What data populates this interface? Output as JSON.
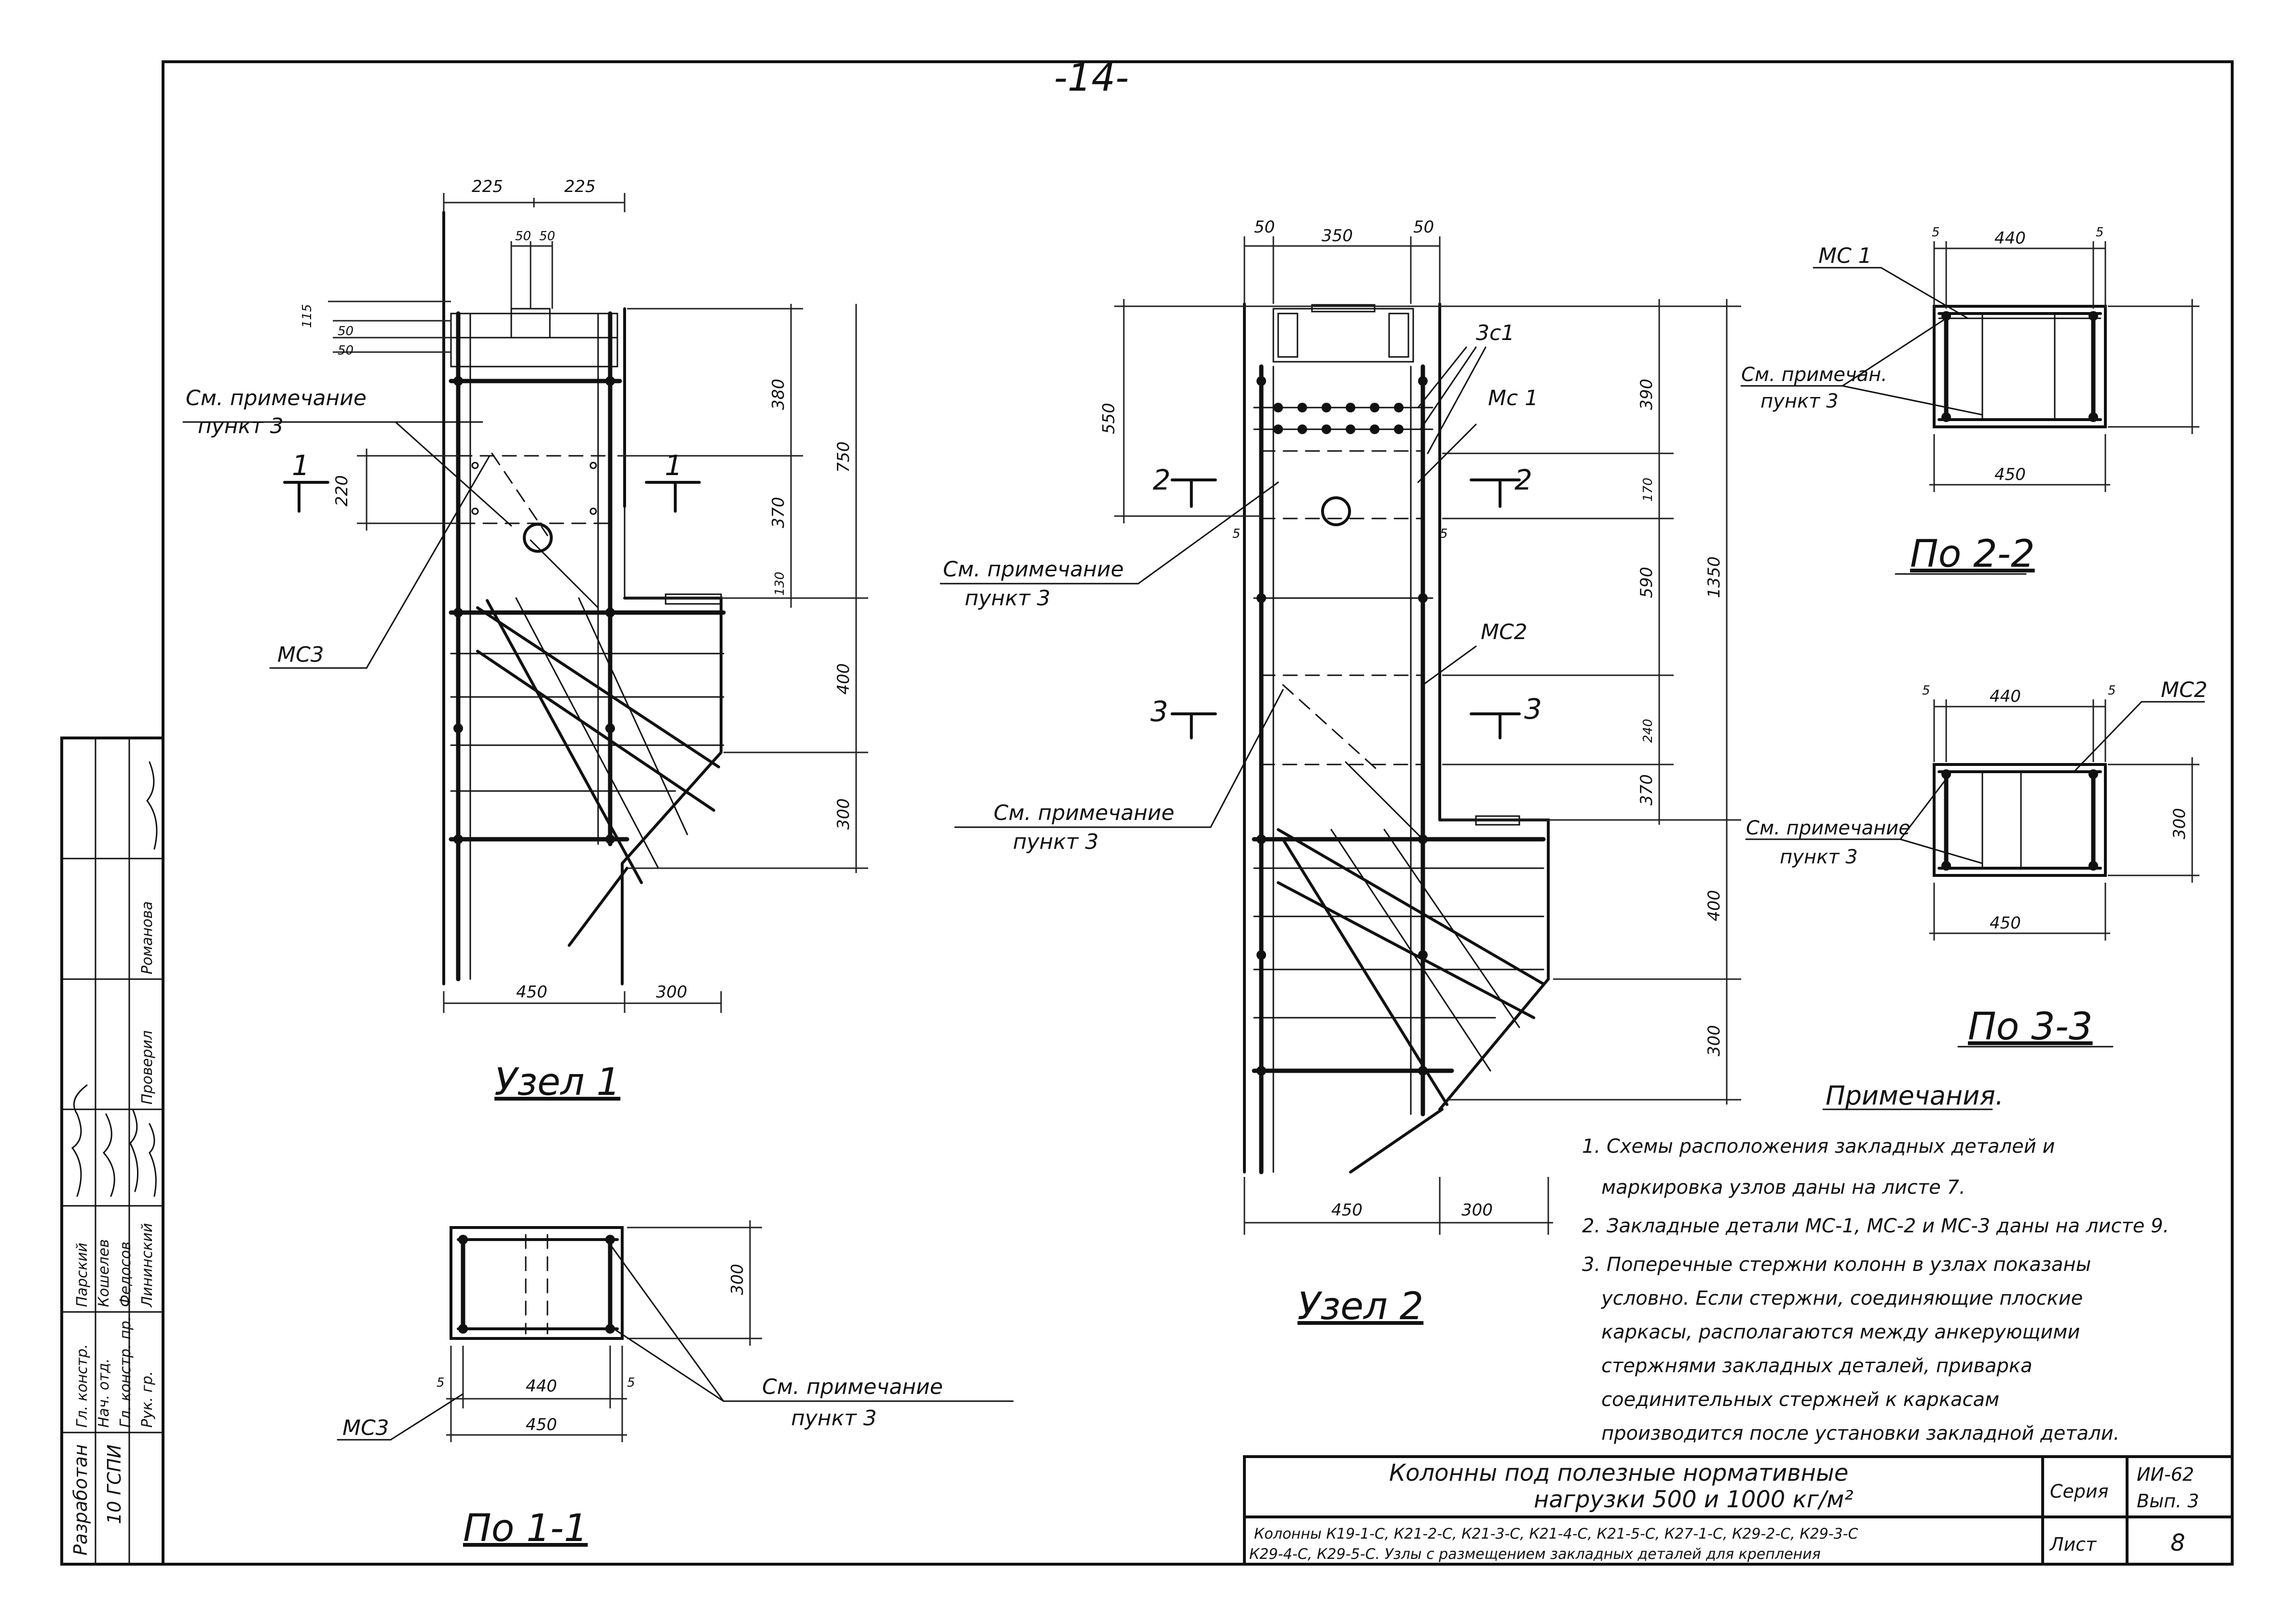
{
  "page_number": "-14-",
  "notes_ref": "См. примечание пункт 3",
  "node1": {
    "title": "Узел 1",
    "dims_top": [
      "225",
      "225"
    ],
    "dims_top_small": [
      "50",
      "50"
    ],
    "dims_left": [
      "115",
      "50",
      "50",
      "220"
    ],
    "dims_right": [
      "380",
      "750",
      "370",
      "130",
      "400",
      "300"
    ],
    "dims_bottom": [
      "450",
      "300"
    ],
    "note_line1": "См. примечание",
    "note_line2": "пункт 3",
    "mark": "МС3",
    "section_mark": "1"
  },
  "node2": {
    "title": "Узел 2",
    "dims_top": [
      "50",
      "350",
      "50"
    ],
    "dims_left": [
      "550"
    ],
    "dims_right": [
      "390",
      "170",
      "590",
      "1350",
      "240",
      "370",
      "400",
      "300"
    ],
    "dims_side": [
      "5",
      "5"
    ],
    "dims_bottom": [
      "450",
      "300"
    ],
    "mark_3c1": "3с1",
    "mark_mc1": "Мс 1",
    "mark_mc2": "МС2",
    "note1_line1": "См. примечание",
    "note1_line2": "пункт 3",
    "note2_line1": "См. примечание",
    "note2_line2": "пункт 3",
    "section_a": "2",
    "section_b": "3"
  },
  "sec11": {
    "title": "По 1-1",
    "dim_h": "300",
    "dim_440": "440",
    "dim_450": "450",
    "dim_5a": "5",
    "dim_5b": "5",
    "mark": "МС3",
    "note_line1": "См.  примечание",
    "note_line2": "пункт 3"
  },
  "sec22": {
    "title": "По 2-2",
    "mark": "МС 1",
    "dim_440": "440",
    "dim_450": "450",
    "dim_5a": "5",
    "dim_5b": "5",
    "note_line1": "См. примечан.",
    "note_line2": "пункт 3"
  },
  "sec33": {
    "title": "По 3-3",
    "mark": "МС2",
    "dim_440": "440",
    "dim_450": "450",
    "dim_300": "300",
    "dim_5a": "5",
    "dim_5b": "5",
    "note_line1": "См. примечание",
    "note_line2": "пункт 3"
  },
  "notes": {
    "heading": "Примечания.",
    "items": [
      "1. Схемы расположения закладных деталей и",
      "маркировка узлов даны на листе 7.",
      "2. Закладные детали МС-1, МС-2 и МС-3 даны на листе 9.",
      "3. Поперечные стержни колонн в узлах показаны",
      "условно. Если стержни, соединяющие плоские",
      "каркасы, располагаются между анкерующими",
      "стержнями закладных деталей, приварка",
      "соединительных стержней к каркасам",
      "производится после установки закладной детали."
    ]
  },
  "title_block": {
    "title_line1": "Колонны под полезные нормативные",
    "title_line2": "нагрузки  500 и 1000 кг/м²",
    "subtitle_line1": "Колонны К19-1-С, К21-2-С, К21-3-С, К21-4-С, К21-5-С, К27-1-С, К29-2-С, К29-3-С",
    "subtitle_line2": "К29-4-С, К29-5-С. Узлы с размещением закладных деталей для крепления",
    "series_label": "Серия",
    "series_value_1": "ИИ-62",
    "series_value_2": "Вып. 3",
    "sheet_label": "Лист",
    "sheet_value": "8"
  },
  "stamp": {
    "developer": "Разработан",
    "org": "10 ГСПИ",
    "roles": [
      "Гл. констр.",
      "Нач. отд.",
      "Гл. констр. пр.",
      "Рук. гр."
    ],
    "names": [
      "Парский",
      "Кошелев",
      "Федосов",
      "Лининский"
    ],
    "checked": "Проверил",
    "checked_name": "Романова"
  }
}
